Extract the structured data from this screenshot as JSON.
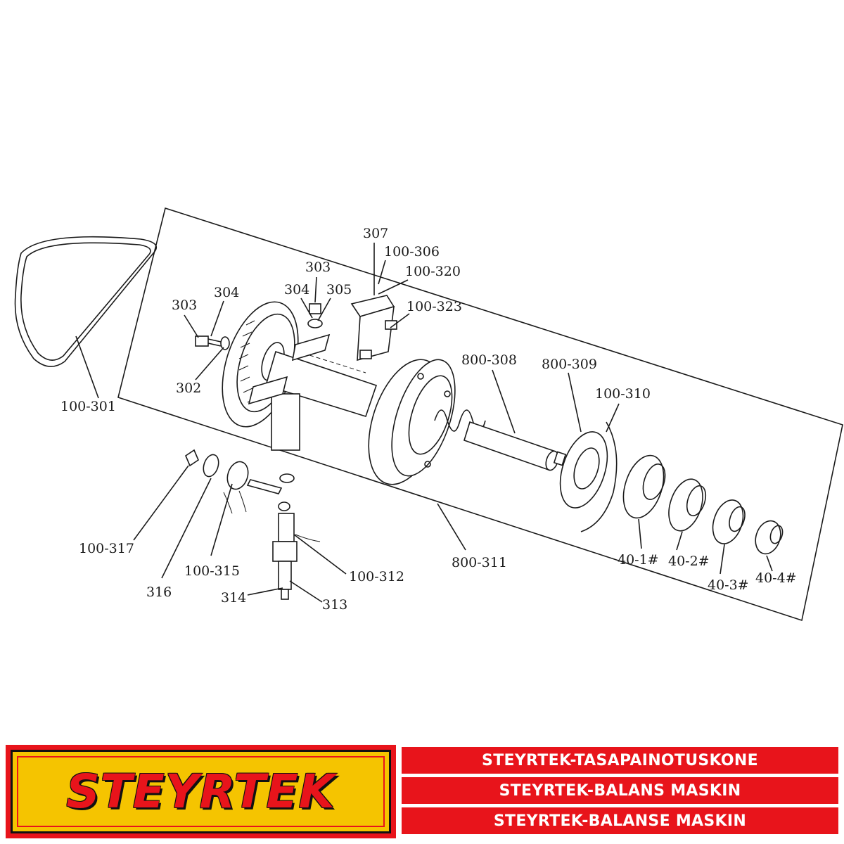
{
  "labels": {
    "l307": "307",
    "l100_306": "100-306",
    "l100_320": "100-320",
    "l100_323": "100-323",
    "l303a": "303",
    "l304a": "304",
    "l305": "305",
    "l303b": "303",
    "l304b": "304",
    "l302": "302",
    "l100_301": "100-301",
    "l800_308": "800-308",
    "l800_309": "800-309",
    "l100_310": "100-310",
    "l100_317": "100-317",
    "l316": "316",
    "l100_315": "100-315",
    "l100_312": "100-312",
    "l314": "314",
    "l313": "313",
    "l800_311": "800-311",
    "l40_1": "40-1#",
    "l40_2": "40-2#",
    "l40_3": "40-3#",
    "l40_4": "40-4#"
  },
  "footer": {
    "logo_text": "STEYRTEK",
    "line1": "STEYRTEK-TASAPAINOTUSKONE",
    "line2": "STEYRTEK-BALANS MASKIN",
    "line3": "STEYRTEK-BALANSE MASKIN"
  },
  "colors": {
    "brand_red": "#e8141b",
    "brand_yellow": "#f5c400"
  }
}
